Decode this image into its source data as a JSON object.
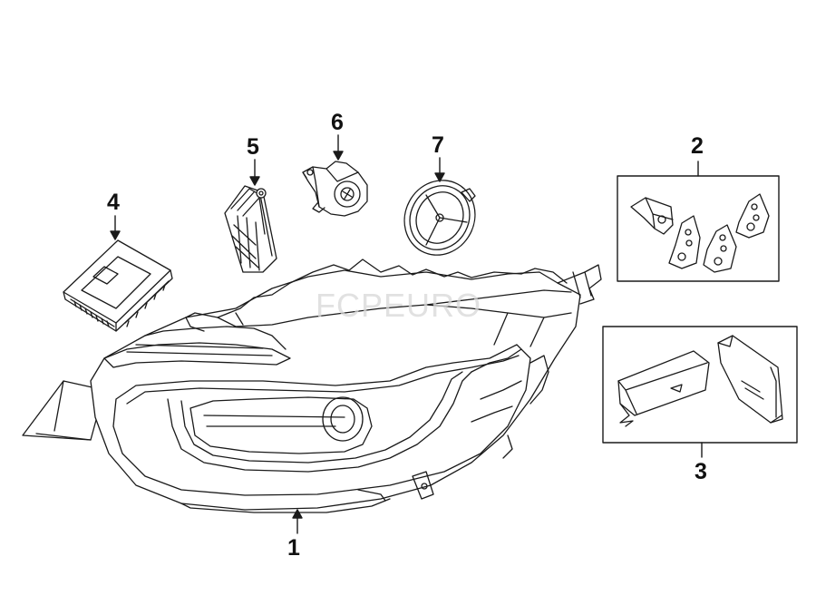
{
  "diagram": {
    "callouts": [
      {
        "id": "1",
        "label": "1"
      },
      {
        "id": "2",
        "label": "2"
      },
      {
        "id": "3",
        "label": "3"
      },
      {
        "id": "4",
        "label": "4"
      },
      {
        "id": "5",
        "label": "5"
      },
      {
        "id": "6",
        "label": "6"
      },
      {
        "id": "7",
        "label": "7"
      }
    ],
    "watermark": {
      "text_a": "FCP",
      "text_b": "EURO"
    }
  },
  "colors": {
    "line": "#1a1a1a",
    "background": "#ffffff",
    "watermark": "#d8d8d8"
  }
}
